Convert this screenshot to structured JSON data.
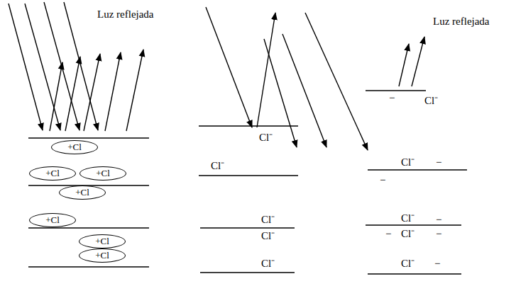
{
  "diagram": {
    "nodes": [
      {
        "text": [
          "+Cl"
        ]
      },
      {
        "text": [
          "+Cl"
        ]
      },
      {
        "text": [
          "+Cl"
        ]
      },
      {
        "text": [
          "+Cl"
        ]
      },
      {
        "text": [
          "+Cl"
        ]
      },
      {
        "text": [
          "+Cl"
        ]
      },
      {
        "text": [
          "+Cl"
        ]
      }
    ],
    "labels": [
      "Luz reflejada",
      "Luz reflejada",
      "Cl⁻",
      "Cl⁻",
      "Cl⁻",
      "Cl⁻",
      "Cl⁻",
      "Cl⁻",
      "Cl⁻",
      "Cl⁻",
      "Cl⁻",
      "Cl⁻",
      "−",
      "−",
      "−",
      "−",
      "−",
      "−",
      "−"
    ]
  }
}
